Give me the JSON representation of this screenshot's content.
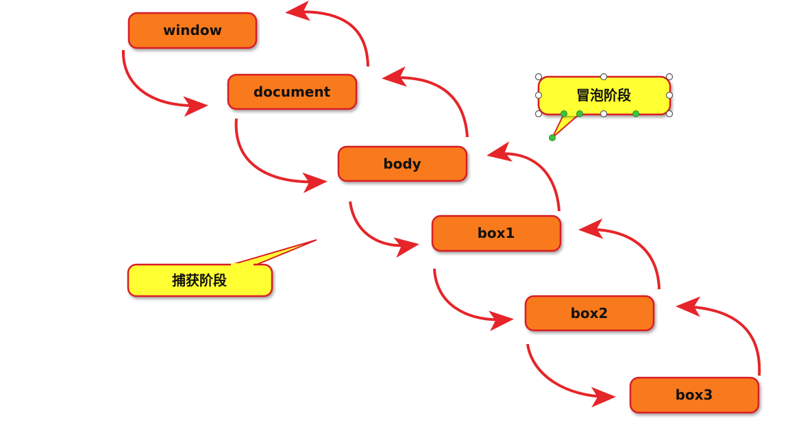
{
  "colors": {
    "node_fill": "#f97a1f",
    "node_stroke": "#d81f26",
    "arrow": "#e5252a",
    "callout_fill": "#ffff33",
    "handle_green": "#3cc43c"
  },
  "nodes": [
    {
      "id": "window",
      "label": "window"
    },
    {
      "id": "document",
      "label": "document"
    },
    {
      "id": "body",
      "label": "body"
    },
    {
      "id": "box1",
      "label": "box1"
    },
    {
      "id": "box2",
      "label": "box2"
    },
    {
      "id": "box3",
      "label": "box3"
    }
  ],
  "callouts": {
    "bubbling": {
      "label": "冒泡阶段"
    },
    "capturing": {
      "label": "捕获阶段"
    }
  }
}
